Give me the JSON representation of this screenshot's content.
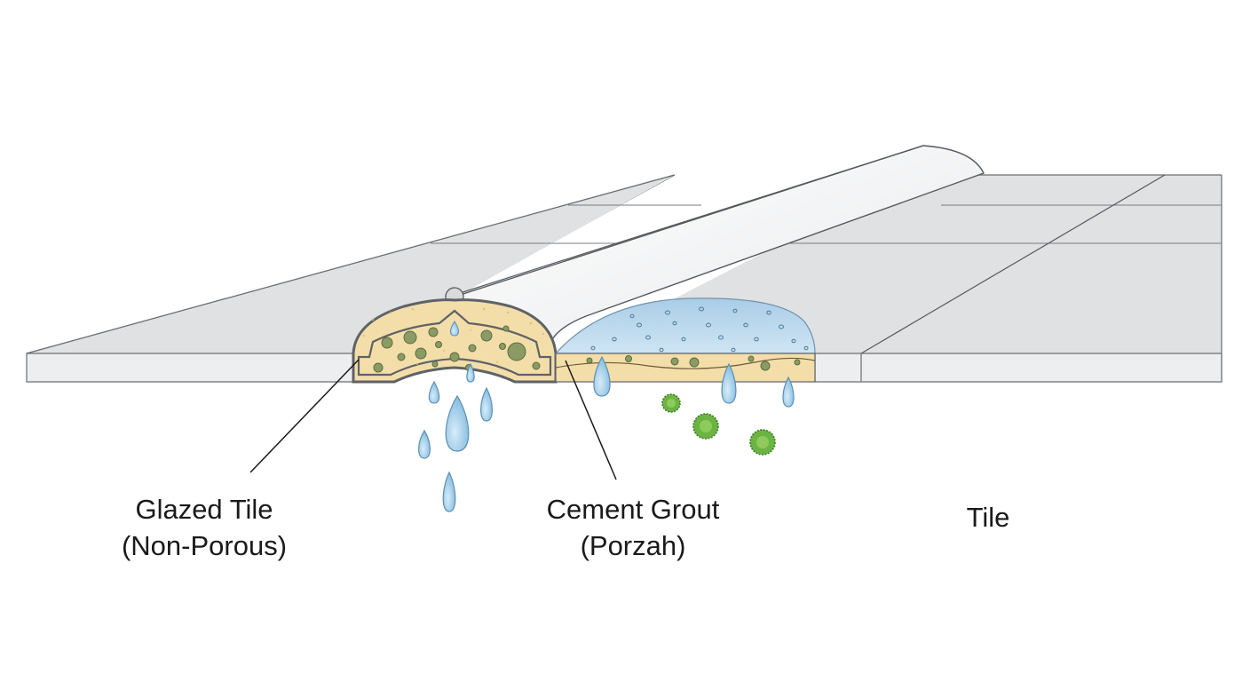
{
  "diagram": {
    "labels": {
      "glazed_tile": {
        "line1": "Glazed Tile",
        "line2": "(Non-Porous)"
      },
      "cement_grout": {
        "line1": "Cement Grout",
        "line2": "(Porzah)"
      },
      "tile": {
        "line1": "Tile"
      }
    },
    "colors": {
      "tile_surface": "#dfe1e3",
      "tile_edge": "#ecedee",
      "grout_fill": "#f3deaa",
      "grout_outline": "#5f6266",
      "pores": "#8a9c64",
      "water": "#9fcbe6",
      "water_pool": "#b6d6ec",
      "mold": "#5ea83a",
      "sealant": "#f6f6f6",
      "line": "#4a4a4a"
    }
  }
}
